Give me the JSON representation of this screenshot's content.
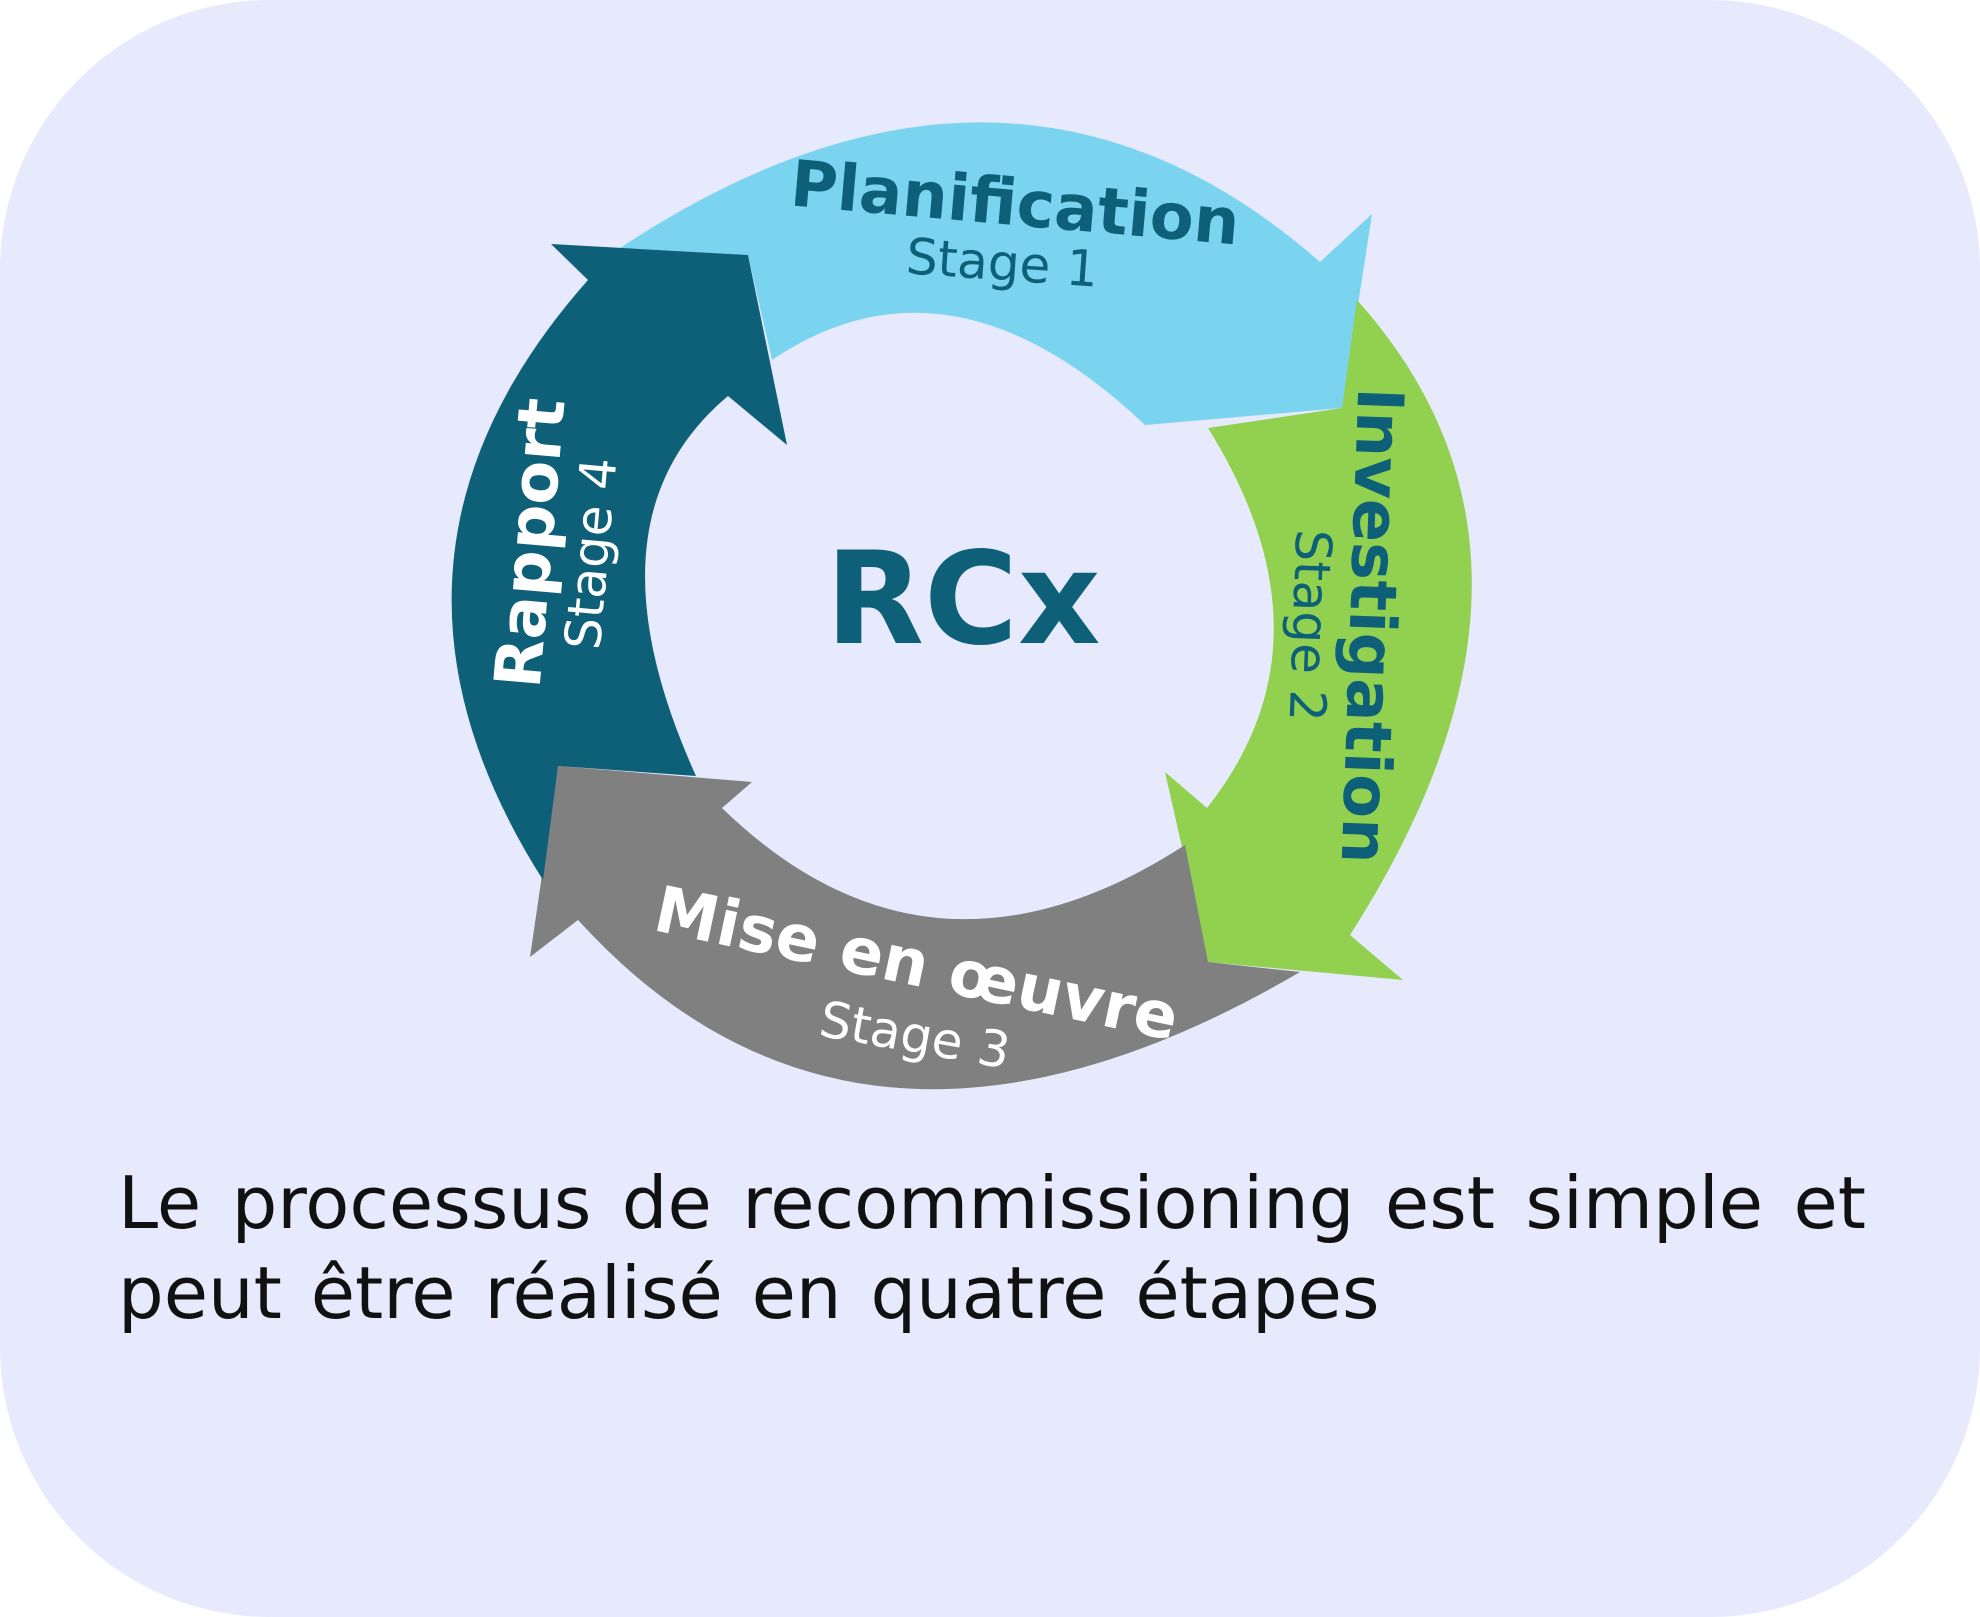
{
  "diagram": {
    "center_label": "RCx",
    "stages": [
      {
        "title": "Planification",
        "subtitle": "Stage 1",
        "color": "#7ad4ef",
        "text_color": "#0e6078"
      },
      {
        "title": "Investigation",
        "subtitle": "Stage 2",
        "color": "#92d050",
        "text_color": "#0e6078"
      },
      {
        "title": "Mise en œuvre",
        "subtitle": "Stage 3",
        "color": "#808080",
        "text_color": "#ffffff"
      },
      {
        "title": "Rapport",
        "subtitle": "Stage 4",
        "color": "#0e5f78",
        "text_color": "#ffffff"
      }
    ],
    "center_color": "#0e6078",
    "background_color": "#e6eafc"
  },
  "caption": "Le processus de recommissioning est simple et peut être réalisé en quatre étapes"
}
